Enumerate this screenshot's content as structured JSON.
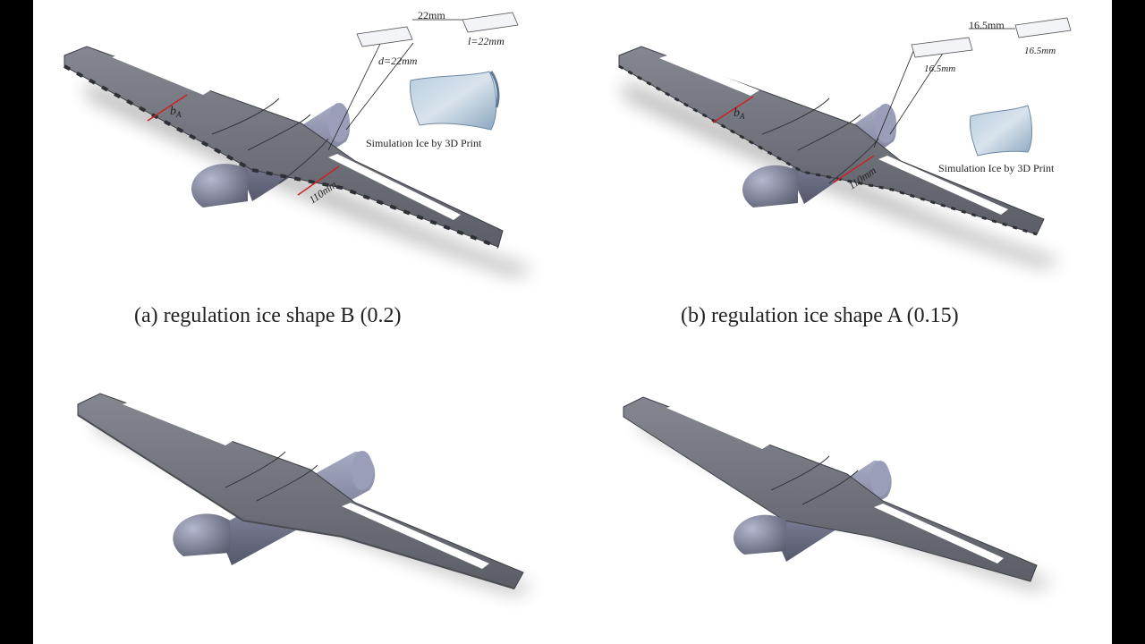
{
  "captions": {
    "a": "(a) regulation ice shape B (0.2)",
    "b": "(b) regulation ice shape A (0.15)"
  },
  "panel_a": {
    "gap_label": "22mm",
    "d_label": "d=22mm",
    "l_label": "l=22mm",
    "chord_label": "b",
    "chord_sub": "A",
    "length_label": "110mm",
    "inset_caption": "Simulation Ice by 3D Print"
  },
  "panel_b": {
    "gap_label": "16.5mm",
    "d_label": "16.5mm",
    "l_label": "16.5mm",
    "chord_label": "b",
    "chord_sub": "A",
    "length_label": "110mm",
    "inset_caption": "Simulation Ice by 3D Print"
  },
  "colors": {
    "wing": "#6b6f78",
    "fuselage": "#8a8fa6",
    "highlight": "#ffffff",
    "dimension": "#cc2222"
  }
}
